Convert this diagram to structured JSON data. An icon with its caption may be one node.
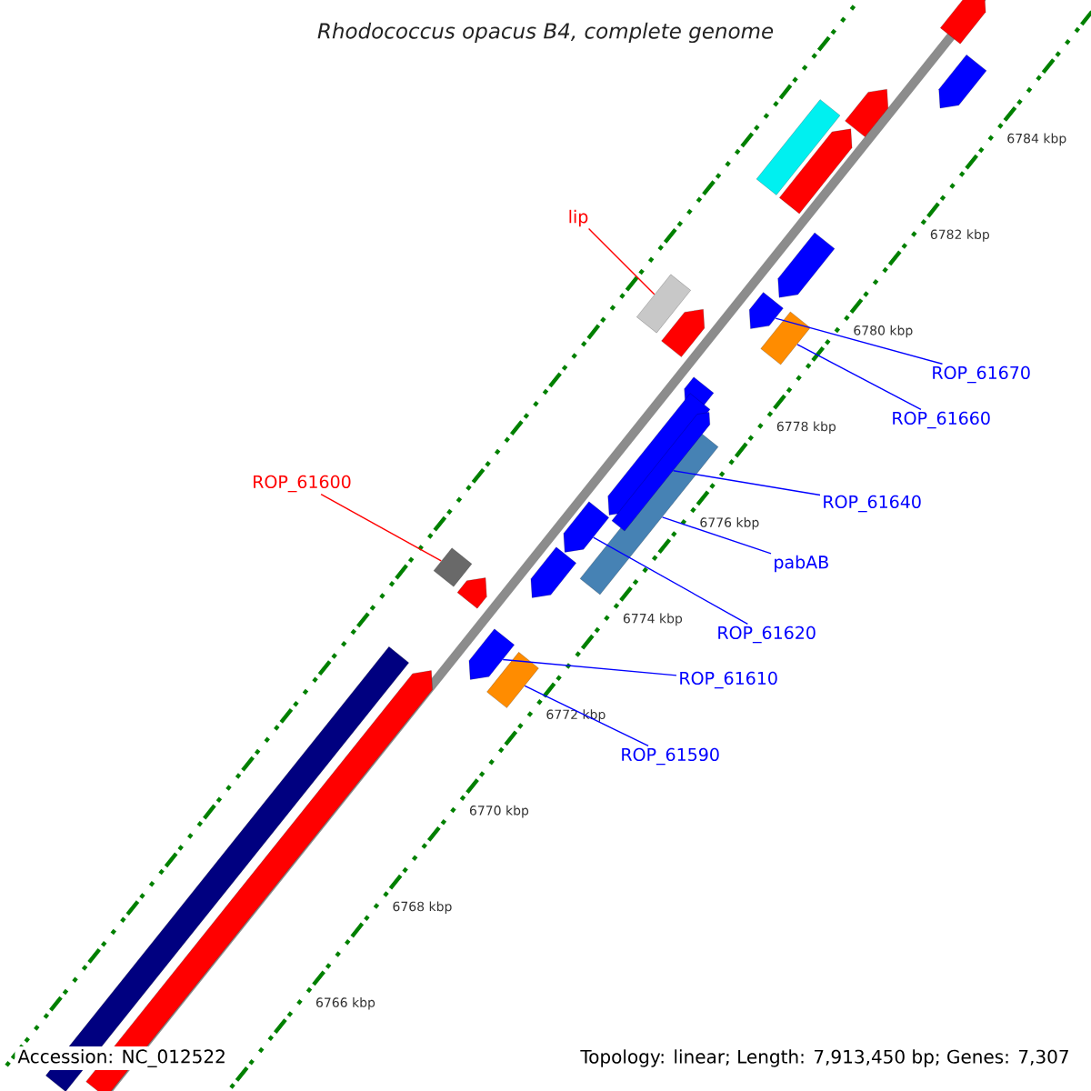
{
  "diagram": {
    "title": "Rhodococcus opacus B4, complete genome",
    "nodes": [
      {
        "text": [
          "lip"
        ]
      },
      {
        "text": [
          "ROP_61670"
        ]
      },
      {
        "text": [
          "ROP_61660"
        ]
      },
      {
        "text": [
          "ROP_61600"
        ]
      },
      {
        "text": [
          "ROP_61640"
        ]
      },
      {
        "text": [
          "pabAB"
        ]
      },
      {
        "text": [
          "ROP_61620"
        ]
      },
      {
        "text": [
          "ROP_61610"
        ]
      },
      {
        "text": [
          "ROP_61590"
        ]
      },
      {
        "text": [],
        "shape": "arrow"
      },
      {
        "text": [],
        "shape": "arrow"
      },
      {
        "text": [],
        "shape": "arrow"
      },
      {
        "text": [],
        "shape": "box"
      },
      {
        "text": [],
        "shape": "arrow"
      },
      {
        "text": [],
        "shape": "arrow"
      },
      {
        "text": [],
        "shape": "box"
      },
      {
        "text": [],
        "shape": "arrow"
      },
      {
        "text": [],
        "shape": "arrow"
      },
      {
        "text": [],
        "shape": "box"
      },
      {
        "text": [],
        "shape": "arrow"
      },
      {
        "text": [],
        "shape": "arrow"
      },
      {
        "text": [],
        "shape": "box"
      },
      {
        "text": [],
        "shape": "arrow"
      },
      {
        "text": [],
        "shape": "arrow"
      },
      {
        "text": [],
        "shape": "arrow"
      },
      {
        "text": [],
        "shape": "box"
      },
      {
        "text": [],
        "shape": "arrow"
      },
      {
        "text": [],
        "shape": "box"
      },
      {
        "text": [],
        "shape": "arrow"
      },
      {
        "text": [],
        "shape": "arrow"
      },
      {
        "text": [],
        "shape": "box"
      }
    ],
    "edges": [
      {
        "from": 0,
        "to": 15,
        "arrow": "none",
        "color": "#ff0000"
      },
      {
        "from": 1,
        "to": 17,
        "arrow": "none"
      },
      {
        "from": 2,
        "to": 18,
        "arrow": "none"
      },
      {
        "from": 3,
        "to": 25,
        "arrow": "none",
        "color": "#ff0000"
      },
      {
        "from": 4,
        "to": 22,
        "arrow": "none"
      },
      {
        "from": 5,
        "to": 21,
        "arrow": "none"
      },
      {
        "from": 6,
        "to": 23,
        "arrow": "none"
      },
      {
        "from": 7,
        "to": 29,
        "arrow": "none"
      },
      {
        "from": 8,
        "to": 30,
        "arrow": "none"
      }
    ],
    "labels": [
      "6784 kbp",
      "6782 kbp",
      "6780 kbp",
      "6778 kbp",
      "6776 kbp",
      "6774 kbp",
      "6772 kbp",
      "6770 kbp",
      "6768 kbp",
      "6766 kbp",
      "Accession: NC_012522",
      "Topology: linear; Length: 7,913,450 bp; Genes: 7,307"
    ]
  }
}
